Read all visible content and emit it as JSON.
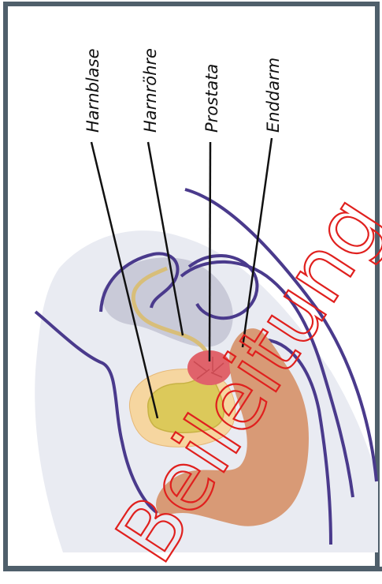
{
  "labels": {
    "bladder": "Harnblase",
    "urethra": "Harnröhre",
    "prostate": "Prostata",
    "rectum": "Enddarm"
  },
  "watermark": "Beileitung",
  "colors": {
    "frame": "#4f5f6b",
    "outline": "#4a3a8c",
    "shade": "#e9ebf2",
    "bladder": "#dcc95a",
    "bladder_rim": "#f6d6a0",
    "prostate": "#e0636b",
    "rectum": "#d89a76",
    "urethra": "#d8be79",
    "watermark": "#e0201e"
  }
}
